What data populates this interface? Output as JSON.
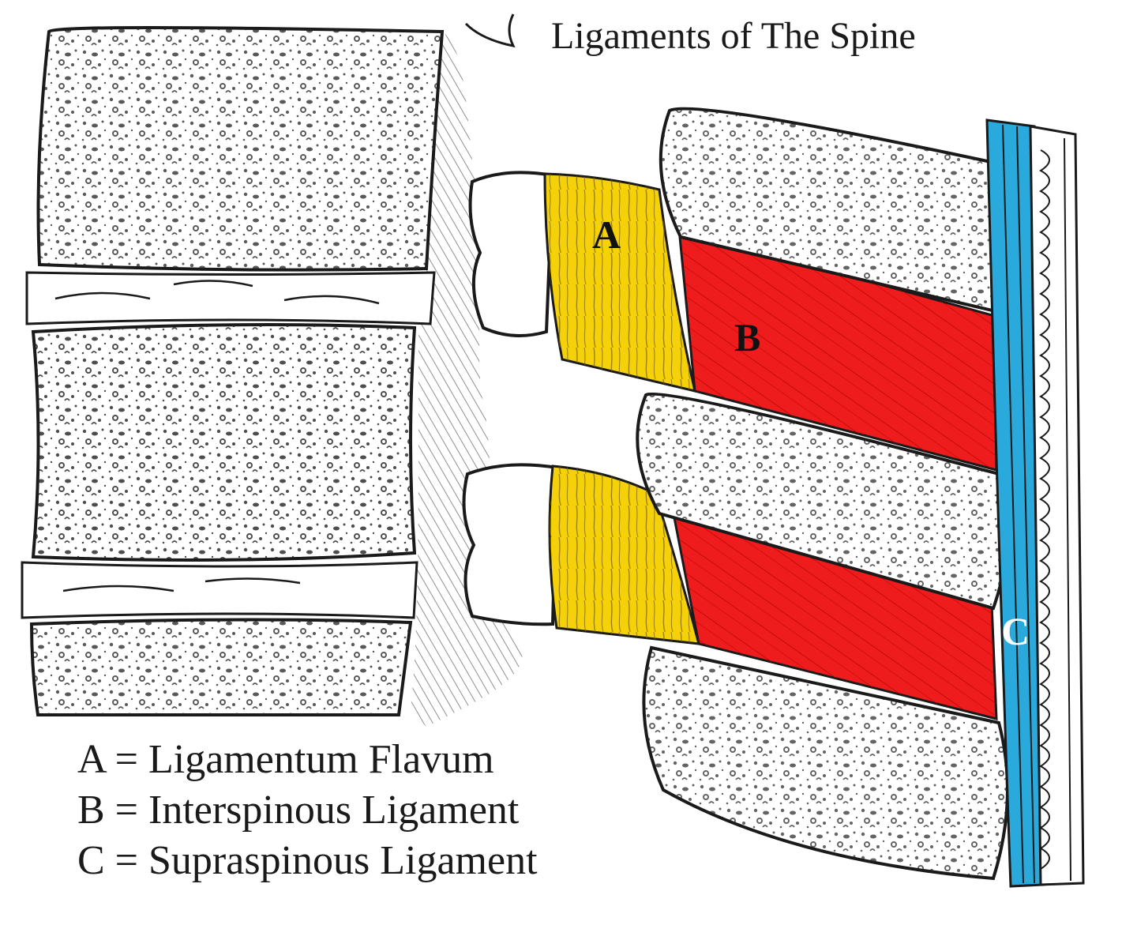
{
  "figure": {
    "title": "Ligaments of The Spine",
    "labels": {
      "a": "A",
      "b": "B",
      "c": "C"
    },
    "legend": [
      {
        "text": "A = Ligamentum Flavum"
      },
      {
        "text": "B = Interspinous Ligament"
      },
      {
        "text": "C = Supraspinous Ligament"
      }
    ],
    "colors": {
      "ligamentum_flavum": "#f5d10a",
      "interspinous_ligament": "#ee1c1c",
      "supraspinous_ligament": "#29a9dc",
      "bone": "#ffffff",
      "outline": "#1a1a1a"
    }
  }
}
